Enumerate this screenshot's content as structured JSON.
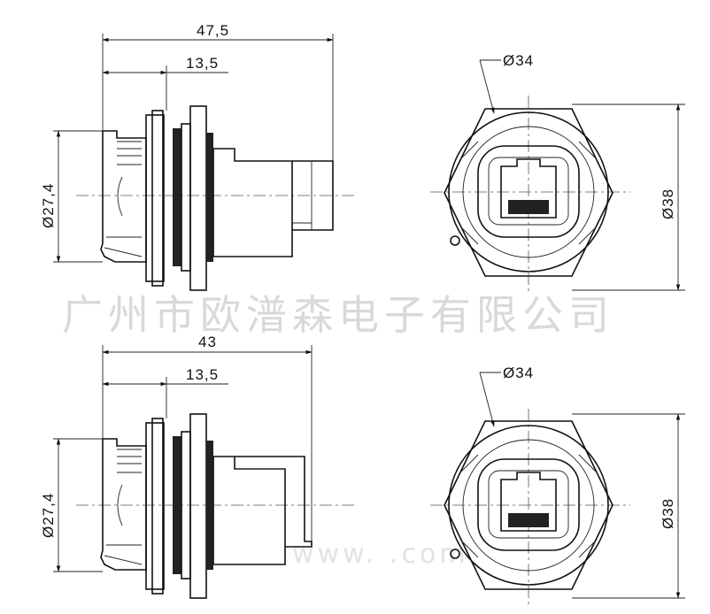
{
  "watermark": {
    "company": "广州市欧潽森电子有限公司",
    "url": "www.                    .com"
  },
  "top_view": {
    "side": {
      "overall_length": "47,5",
      "flange_offset": "13,5",
      "front_diameter": "Ø27,4"
    },
    "front": {
      "outer_diameter": "Ø34",
      "hex_width": "Ø38"
    }
  },
  "bottom_view": {
    "side": {
      "overall_length": "43",
      "flange_offset": "13,5",
      "front_diameter": "Ø27,4"
    },
    "front": {
      "outer_diameter": "Ø34",
      "hex_width": "Ø38"
    }
  }
}
